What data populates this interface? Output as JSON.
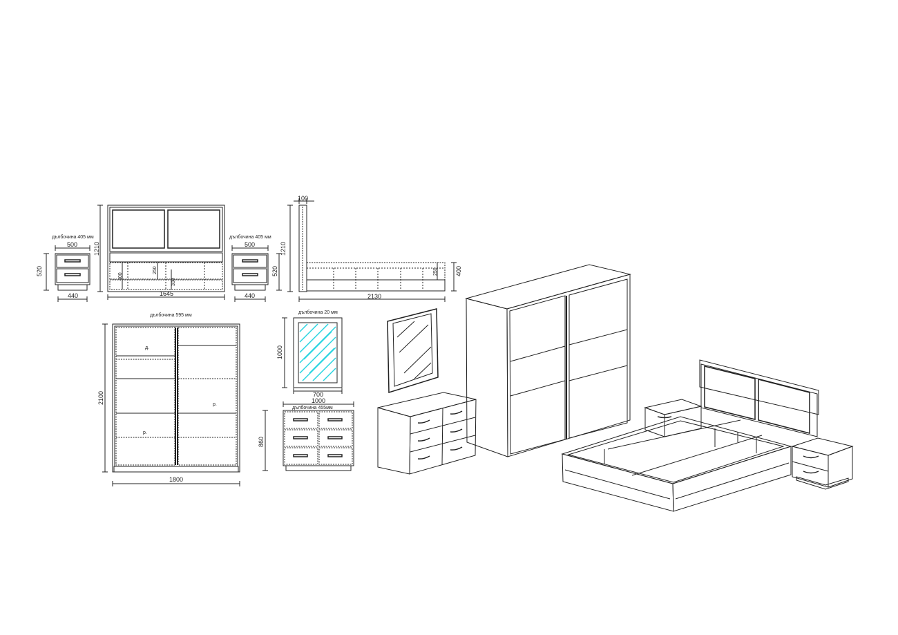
{
  "notes": {
    "depth_nightstand_left": "дълбочина 405 мм",
    "depth_nightstand_right": "дълбочина 405 мм",
    "depth_wardrobe": "дълбочина 595 мм",
    "depth_mirror": "дълбочина 20 мм",
    "depth_dresser": "дълбочина 455мм"
  },
  "dims": {
    "ns_left_width": "500",
    "ns_left_height": "520",
    "ns_left_base": "440",
    "bed_front_height": "1210",
    "bed_front_width": "1645",
    "bed_front_h400": "400",
    "bed_front_h250": "250",
    "bed_front_h300": "300",
    "ns_right_width": "500",
    "ns_right_base": "440",
    "ns_right_height": "520",
    "bed_side_height": "1210",
    "bed_side_top": "100",
    "bed_side_length": "2130",
    "bed_side_h250": "250",
    "bed_side_h400": "400",
    "wardrobe_height": "2100",
    "wardrobe_width": "1800",
    "mirror_height": "1000",
    "mirror_width": "700",
    "dresser_width": "1000",
    "dresser_height": "860"
  },
  "labels": {
    "wardrobe_d": "д.",
    "wardrobe_p_right": "р.",
    "wardrobe_p_left": "р."
  },
  "colors": {
    "line": "#222222",
    "mirror_glass": "#29d4e0"
  }
}
